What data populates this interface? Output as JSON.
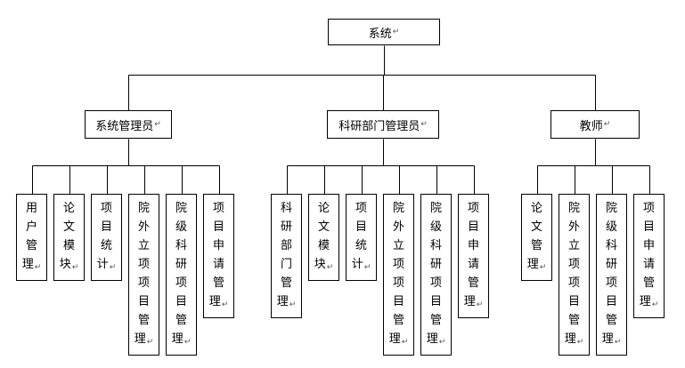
{
  "root": {
    "label": "系统"
  },
  "groups": [
    {
      "label": "系统管理员",
      "children": [
        {
          "label": "用户管理"
        },
        {
          "label": "论文模块"
        },
        {
          "label": "项目统计"
        },
        {
          "label": "院外立项项目管理"
        },
        {
          "label": "院级科研项目管理"
        },
        {
          "label": "项目申请管理"
        }
      ]
    },
    {
      "label": "科研部门管理员",
      "children": [
        {
          "label": "科研部门管理"
        },
        {
          "label": "论文模块"
        },
        {
          "label": "项目统计"
        },
        {
          "label": "院外立项项目管理"
        },
        {
          "label": "院级科研项目管理"
        },
        {
          "label": "项目申请管理"
        }
      ]
    },
    {
      "label": "教师",
      "children": [
        {
          "label": "论文管理"
        },
        {
          "label": "院外立项项目管理"
        },
        {
          "label": "院级科研项目管理"
        },
        {
          "label": "项目申请管理"
        }
      ]
    }
  ],
  "return_mark": "↵"
}
